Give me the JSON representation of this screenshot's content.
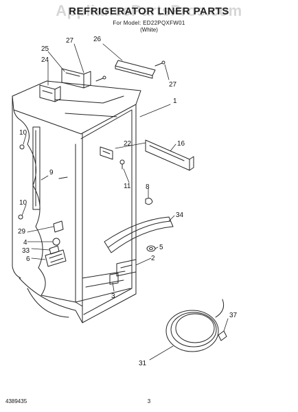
{
  "header": {
    "title": "REFRIGERATOR LINER PARTS",
    "subtitle": "For Model: ED22PQXFW01",
    "finish": "(White)"
  },
  "watermark": "AppliancePartsPros.com",
  "footer": {
    "doc_number": "4389435",
    "page": "3"
  },
  "callouts": {
    "c1": "1",
    "c2": "2",
    "c3": "3",
    "c4": "4",
    "c5": "5",
    "c6": "6",
    "c8": "8",
    "c9": "9",
    "c10a": "10",
    "c10b": "10",
    "c11": "11",
    "c16": "16",
    "c22": "22",
    "c24": "24",
    "c25": "25",
    "c26": "26",
    "c27a": "27",
    "c27b": "27",
    "c29": "29",
    "c31": "31",
    "c33": "33",
    "c34": "34",
    "c37": "37"
  }
}
